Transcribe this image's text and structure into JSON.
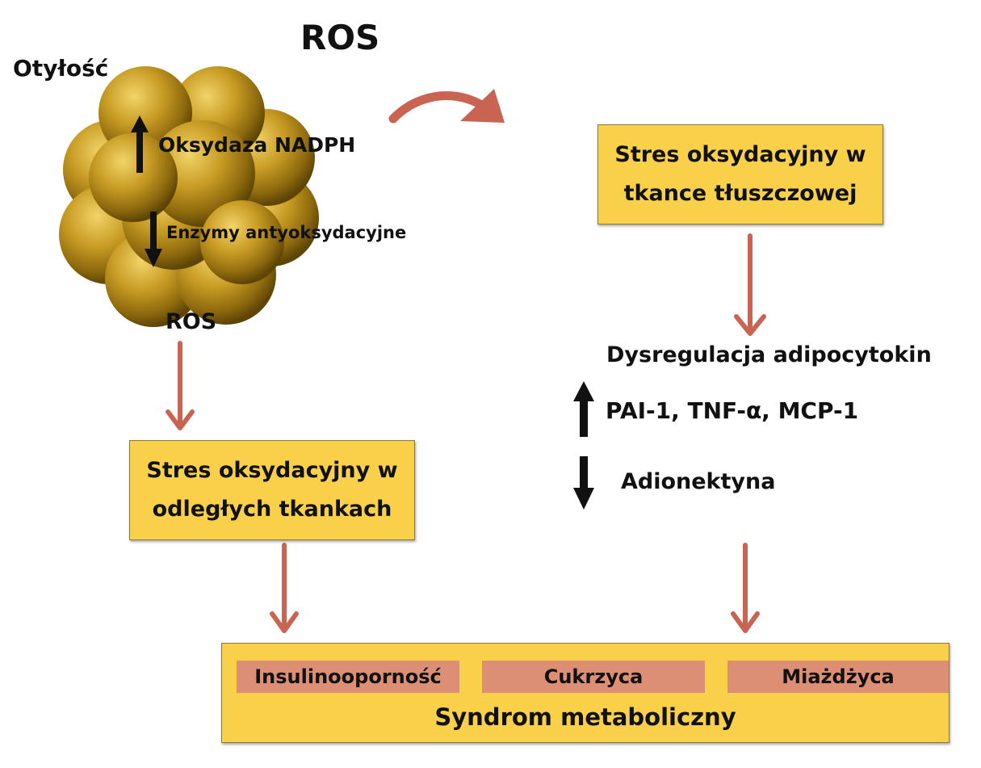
{
  "ros_top": "ROS",
  "obesity": "Otyłość",
  "nadph_oxidase": "Oksydaza NADPH",
  "antioxidant_enzymes": "Enzymy antyoksydacyjne",
  "ros_cell": "ROS",
  "box_adipose": "Stres oksydacyjny w tkance tłuszczowej",
  "box_distant": "Stres oksydacyjny w odległych tkankach",
  "dysregulation": "Dysregulacja adipocytokin",
  "up_markers": "PAI-1, TNF-α, MCP-1",
  "adiponectin": "Adionektyna",
  "conditions": [
    "Insulinooporność",
    "Cukrzyca",
    "Miażdżyca"
  ],
  "syndrome": "Syndrom metaboliczny",
  "colors": {
    "arrow": "#c96452",
    "box": "#f9d04a",
    "pill": "#dc8f75",
    "sphere": "#b8901c",
    "up_down_arrow": "#111111"
  },
  "icons": [
    "fat-cell-cluster-icon",
    "up-arrow-icon",
    "down-arrow-icon",
    "curved-arrow-icon"
  ]
}
